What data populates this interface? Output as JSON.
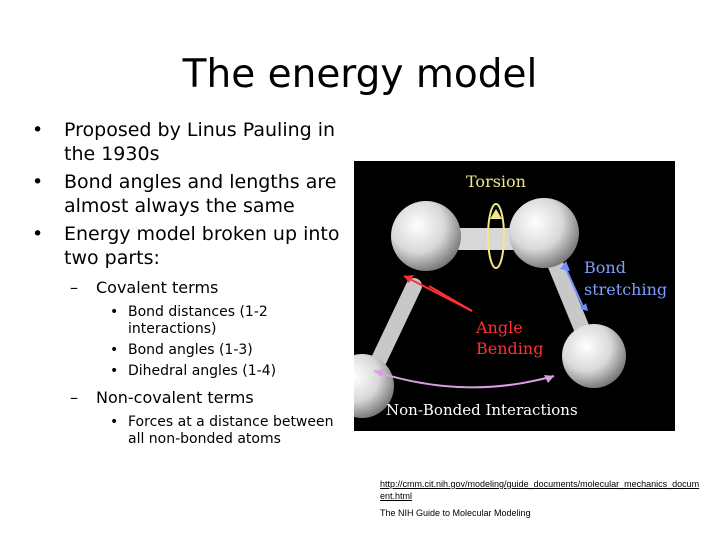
{
  "slide": {
    "title": "The energy model",
    "bullets": [
      "Proposed by Linus Pauling in the 1930s",
      "Bond angles and lengths are almost always the same",
      "Energy model broken up into two parts:"
    ],
    "covalent": {
      "label": "Covalent terms",
      "items": [
        "Bond distances (1-2 interactions)",
        "Bond angles (1-3)",
        "Dihedral angles (1-4)"
      ]
    },
    "noncovalent": {
      "label": "Non-covalent terms",
      "items": [
        "Forces at a distance between all non-bonded atoms"
      ]
    }
  },
  "figure": {
    "torsion": "Torsion",
    "bond1": "Bond",
    "bond2": "stretching",
    "angle1": "Angle",
    "angle2": "Bending",
    "nonbonded": "Non-Bonded Interactions",
    "colors": {
      "torsion": "#f0e68c",
      "bond": "#7f9fff",
      "angle": "#ff3030",
      "nonbonded": "#ffffff",
      "arrow": "#d8a0e0"
    }
  },
  "source": {
    "url": "http://cmm.cit.nih.gov/modeling/guide_documents/molecular_mechanics_document.html",
    "caption": "The NIH Guide to Molecular Modeling"
  }
}
